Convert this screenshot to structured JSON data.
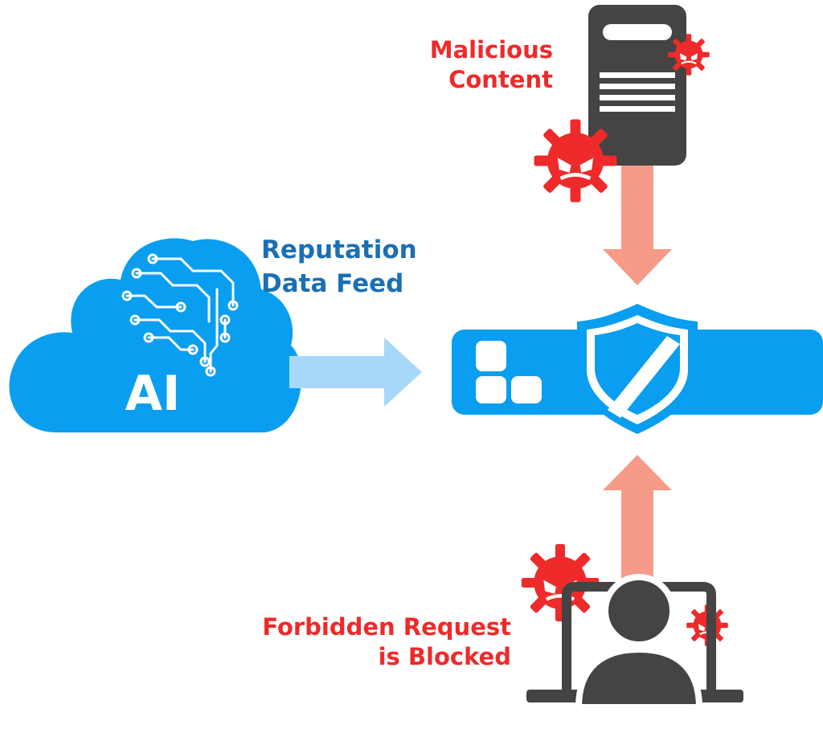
{
  "labels": {
    "malicious_line1": "Malicious",
    "malicious_line2": "Content",
    "reputation_line1": "Reputation",
    "reputation_line2": "Data Feed",
    "forbidden_line1": "Forbidden Request",
    "forbidden_line2": "is Blocked",
    "ai": "AI"
  },
  "colors": {
    "brand_blue": "#0a9ef0",
    "label_blue": "#1b6fb4",
    "light_blue_arrow": "#a8d8f9",
    "salmon_arrow": "#f79a88",
    "threat_red": "#ee2a2a",
    "dark_gray": "#444444"
  },
  "icons": [
    "ai-brain-cloud-icon",
    "firewall-shield-icon",
    "malicious-server-icon",
    "virus-icon",
    "user-laptop-icon"
  ]
}
